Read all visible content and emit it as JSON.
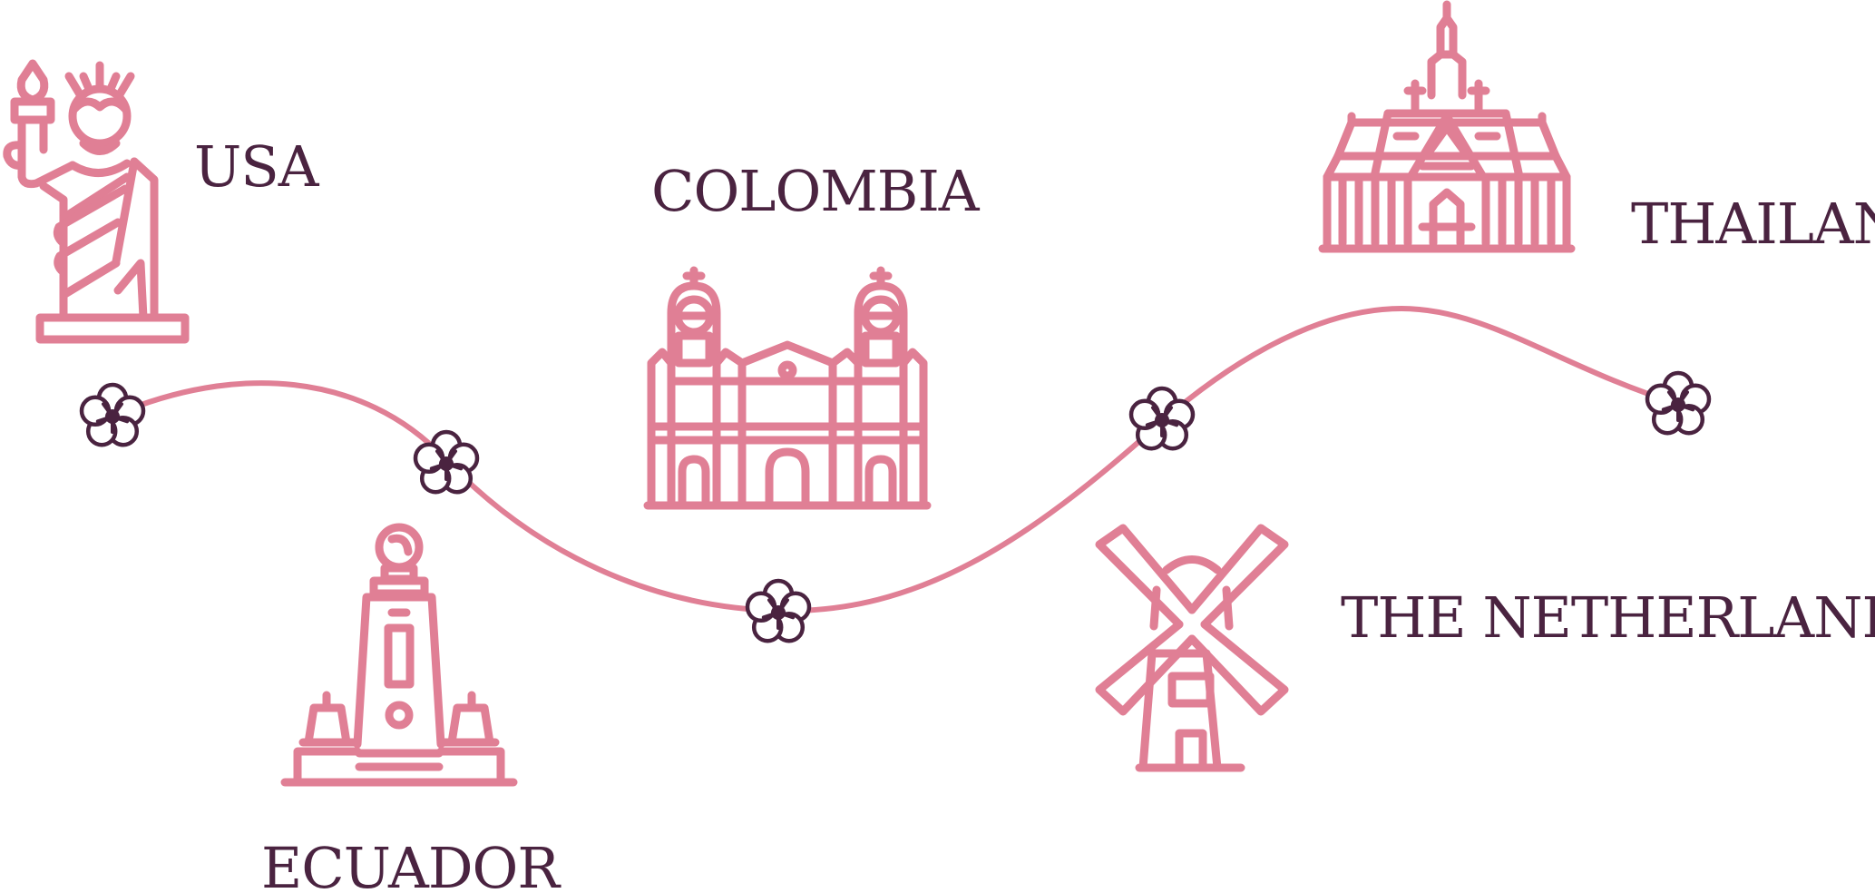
{
  "colors": {
    "route": "#e07f95",
    "landmark": "#e07f95",
    "label": "#4a2340",
    "flower": "#4a2340",
    "background": "#ffffff"
  },
  "labels": {
    "usa": "USA",
    "colombia": "COLOMBIA",
    "thailand": "THAILAND",
    "ecuador": "ECUADOR",
    "netherlands": "THE NETHERLANDS"
  },
  "icons": {
    "usa": "statue-of-liberty-icon",
    "colombia": "cathedral-icon",
    "thailand": "thai-temple-icon",
    "ecuador": "equator-monument-icon",
    "netherlands": "windmill-icon",
    "waypoint": "flower-icon"
  }
}
